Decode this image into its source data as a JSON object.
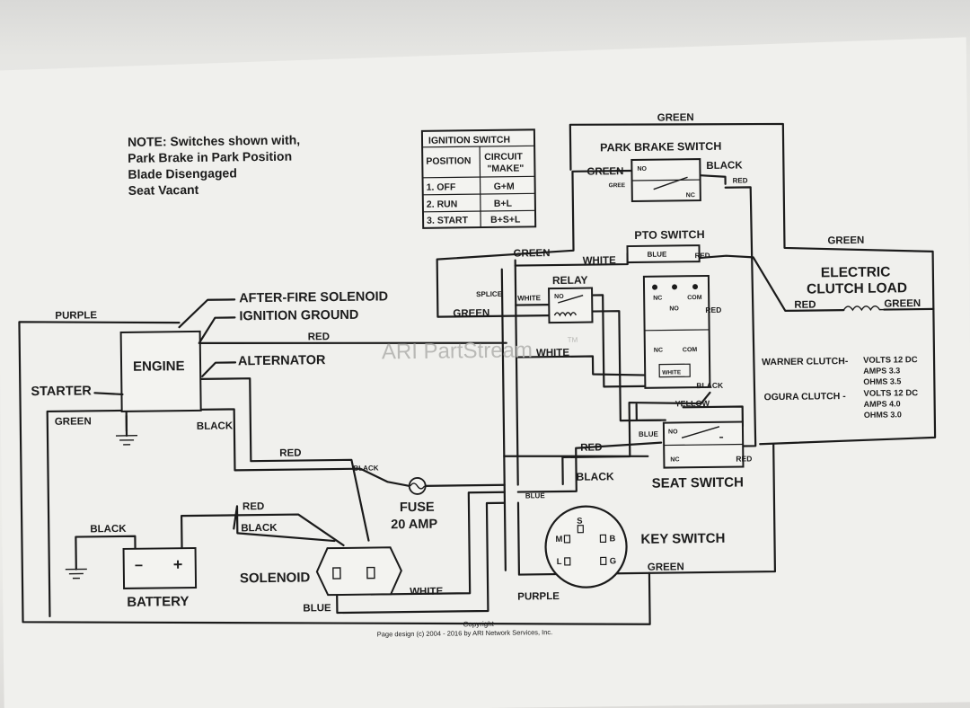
{
  "note": {
    "line1": "NOTE: Switches shown with,",
    "line2": "Park Brake in Park Position",
    "line3": "Blade Disengaged",
    "line4": "Seat Vacant"
  },
  "ignition_table": {
    "title": "IGNITION SWITCH",
    "col1": "POSITION",
    "col2a": "CIRCUIT",
    "col2b": "\"MAKE\"",
    "rows": [
      {
        "position": "1. OFF",
        "circuit": "G+M"
      },
      {
        "position": "2. RUN",
        "circuit": "B+L"
      },
      {
        "position": "3. START",
        "circuit": "B+S+L"
      }
    ]
  },
  "components": {
    "engine": "ENGINE",
    "after_fire": "AFTER-FIRE SOLENOID",
    "ignition_ground": "IGNITION GROUND",
    "alternator": "ALTERNATOR",
    "starter": "STARTER",
    "battery": "BATTERY",
    "solenoid": "SOLENOID",
    "fuse1": "FUSE",
    "fuse2": "20 AMP",
    "key_switch": "KEY SWITCH",
    "seat_switch": "SEAT SWITCH",
    "park_brake": "PARK BRAKE SWITCH",
    "pto_switch": "PTO SWITCH",
    "relay": "RELAY",
    "clutch1": "ELECTRIC",
    "clutch2": "CLUTCH LOAD",
    "splice": "SPLICE"
  },
  "terminals": {
    "no": "NO",
    "nc": "NC",
    "com": "COM",
    "s": "S",
    "m": "M",
    "b": "B",
    "l": "L",
    "g": "G",
    "minus": "−",
    "plus": "+"
  },
  "wires": {
    "green": "GREEN",
    "purple": "PURPLE",
    "red": "RED",
    "black": "BLACK",
    "white": "WHITE",
    "blue": "BLUE",
    "yellow": "YELLOW",
    "gree": "GREE"
  },
  "clutch_specs": {
    "warner": "WARNER CLUTCH-",
    "ogura": "OGURA CLUTCH -",
    "w_volts": "VOLTS 12 DC",
    "w_amps": "AMPS 3.3",
    "w_ohms": "OHMS 3.5",
    "o_volts": "VOLTS 12 DC",
    "o_amps": "AMPS 4.0",
    "o_ohms": "OHMS 3.0"
  },
  "watermark": "ARI PartStream",
  "watermark_tm": "TM",
  "footer": {
    "copyright": "Copyright",
    "page_design": "Page design (c) 2004 - 2016 by ARI Network Services, Inc."
  }
}
